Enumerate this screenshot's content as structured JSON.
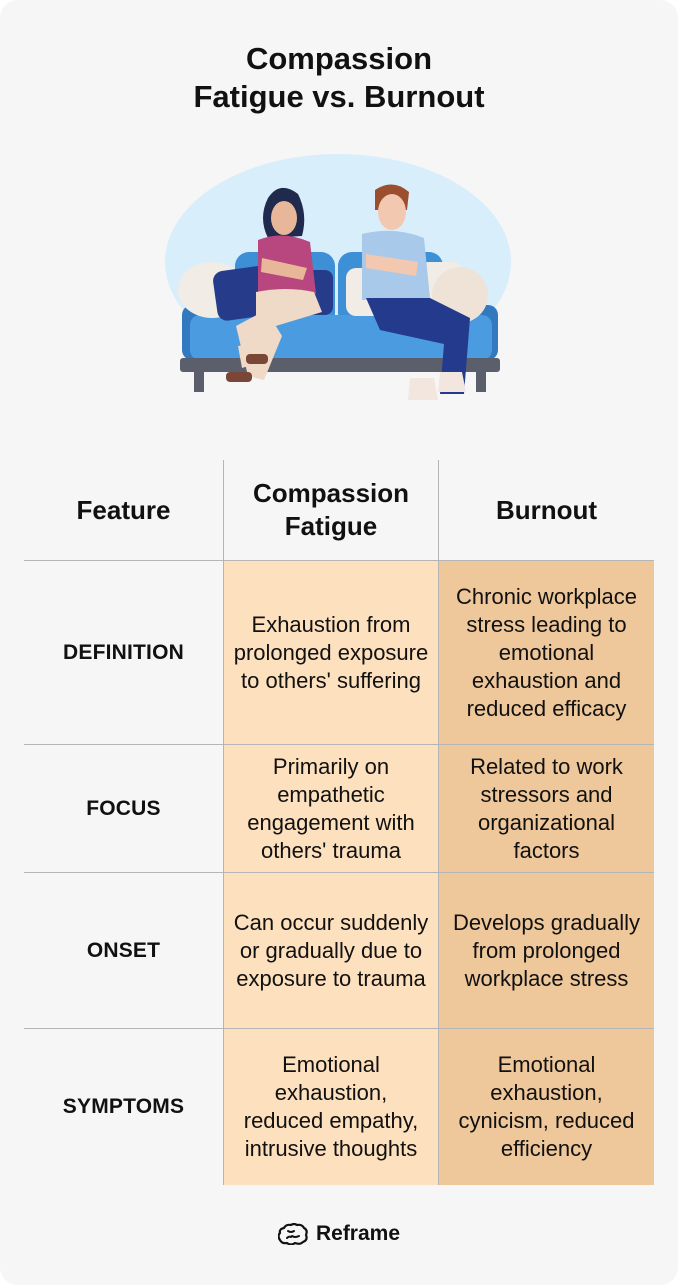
{
  "title": {
    "line1": "Compassion",
    "line2": "Fatigue vs. Burnout"
  },
  "illustration": {
    "icon": "couple-on-sofa-illustration"
  },
  "table": {
    "headers": [
      "Feature",
      "Compassion Fatigue",
      "Burnout"
    ],
    "rows": [
      {
        "label": "DEFINITION",
        "compassion_fatigue": "Exhaustion from prolonged exposure to others' suffering",
        "burnout": "Chronic workplace stress leading to emotional exhaustion and reduced efficacy"
      },
      {
        "label": "FOCUS",
        "compassion_fatigue": "Primarily on empathetic engagement with others' trauma",
        "burnout": "Related to work stressors and organizational factors"
      },
      {
        "label": "ONSET",
        "compassion_fatigue": "Can occur suddenly or gradually due to exposure to trauma",
        "burnout": "Develops gradually from prolonged workplace stress"
      },
      {
        "label": "SYMPTOMS",
        "compassion_fatigue": "Emotional exhaustion, reduced empathy, intrusive thoughts",
        "burnout": "Emotional exhaustion, cynicism, reduced efficiency"
      }
    ]
  },
  "colors": {
    "compassion_fatigue_cell": "#fde0bd",
    "burnout_cell": "#eec79a",
    "background": "#f6f6f6"
  },
  "footer": {
    "brand": "Reframe",
    "icon": "brain-icon"
  }
}
